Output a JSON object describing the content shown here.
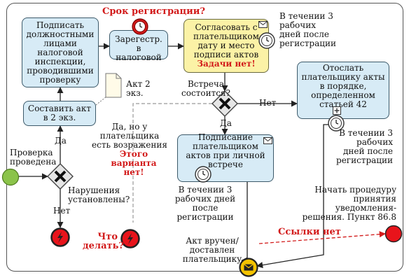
{
  "tasks": {
    "sign_officials": "Подписать должностными лицами налоговой инспекции, проводившими проверку",
    "register": "Зарегестр. в налоговой",
    "agree_date": "Согласовать с плательщиком дату и место подписи актов",
    "agree_date_note": "Задачи нет!",
    "make_act": "Составить акт в 2 экз.",
    "send_act": "Отослать плательщику акты в порядке, определенном статьей 42",
    "sign_meeting": "Подписание плательщиком актов при личной встрече"
  },
  "labels": {
    "reg_deadline": "Срок регистрации?",
    "within3_top": "В течении 3 рабочих дней после регистрации",
    "within3_right": "В течении 3 рабочих дней после регистрации",
    "within3_bottom": "В течении 3 рабочих дней после регистрации",
    "act_doc": "Акт 2 экз.",
    "meeting_question": "Встреча состоится?",
    "no": "Нет",
    "yes": "Да",
    "yes_left": "Да",
    "no_bottom": "Нет",
    "objection": "Да, но у плательщика есть возражения",
    "objection_note": "Этого варианта нет!",
    "check_done": "Проверка проведена",
    "violations": "Нарушения установлены?",
    "what_to_do": "Что делать?",
    "start_procedure": "Начать процедуру принятия уведомления-решения. Пункт 86.8",
    "no_link": "Ссылки нет",
    "act_delivered": "Акт вручен/доставлен плательщику"
  },
  "colors": {
    "task_fill": "#d7ebf6",
    "task_yellow": "#fbf2a6",
    "annotation_red": "#d21a1a",
    "start_event": "#8bc34a",
    "end_event": "#e8141b",
    "message_event": "#f5c400"
  },
  "icons": [
    "clock-icon",
    "envelope-icon",
    "document-icon",
    "lightning-icon",
    "plus-marker-icon",
    "x-gateway-icon"
  ]
}
